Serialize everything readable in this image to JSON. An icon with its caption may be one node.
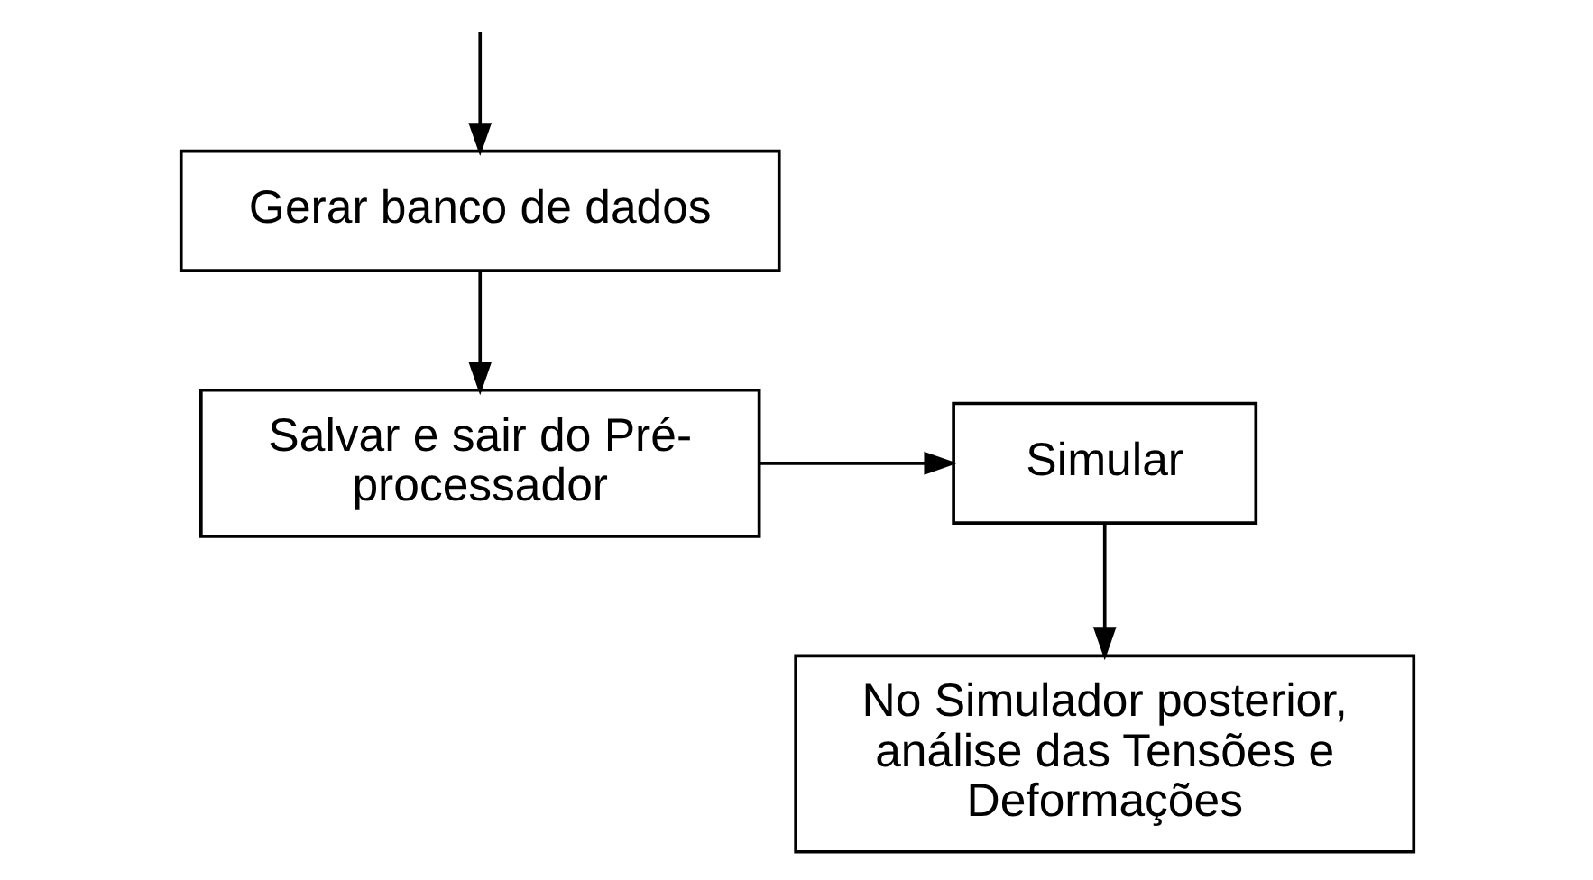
{
  "diagram": {
    "nodes": [
      {
        "text": [
          "Gerar banco de dados"
        ]
      },
      {
        "text": [
          "Salvar e sair do Pré-processador"
        ]
      },
      {
        "text": [
          "Simular"
        ]
      },
      {
        "text": [
          "No Simulador posterior, análise das Tensões e Deformações"
        ]
      }
    ],
    "edges": [
      {
        "from": null,
        "to": 0,
        "arrow": "to"
      },
      {
        "from": 0,
        "to": 1,
        "arrow": "to"
      },
      {
        "from": 1,
        "to": 2,
        "arrow": "to"
      },
      {
        "from": 2,
        "to": 3,
        "arrow": "to"
      }
    ]
  }
}
